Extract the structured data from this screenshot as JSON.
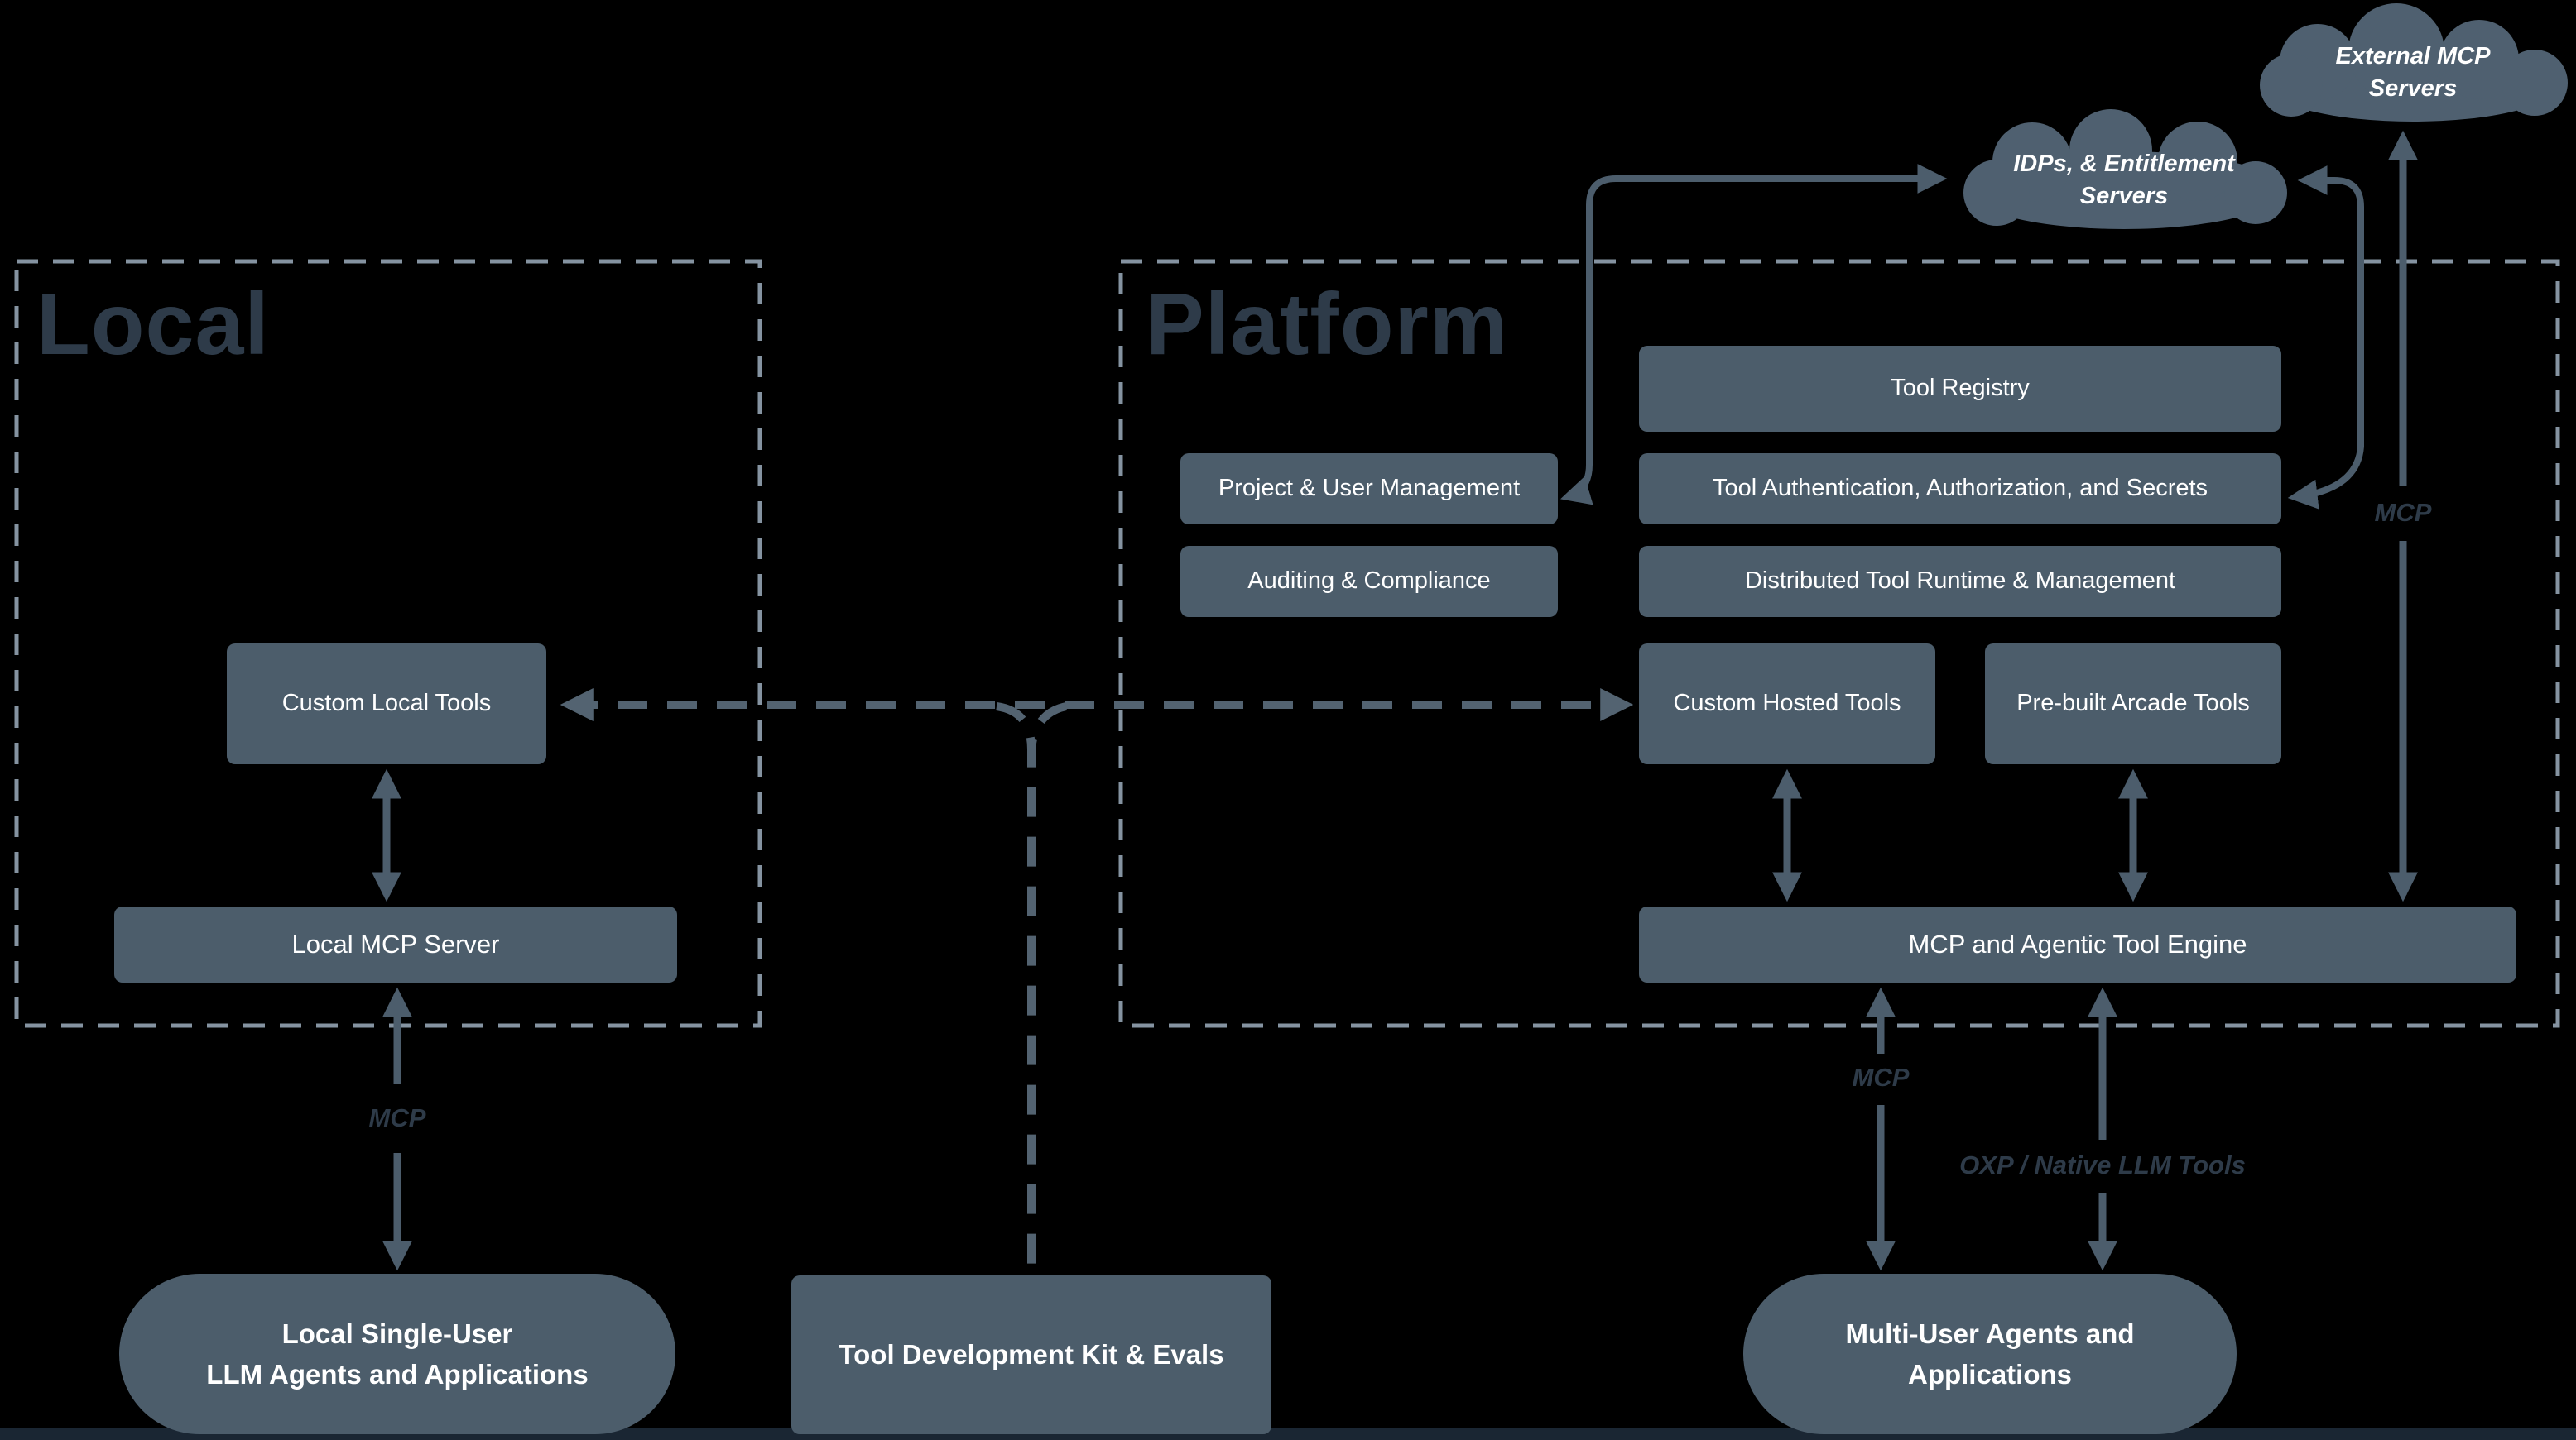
{
  "palette": {
    "background": "#000000",
    "node_fill": "#4c5d6b",
    "cloud_fill": "#4f6070",
    "arrow": "#4c5d6c",
    "dashed_connector": "#536371",
    "region_border": "#8593a1",
    "heading_text": "#2e3b49",
    "node_text": "#ffffff"
  },
  "regions": {
    "local": {
      "title": "Local"
    },
    "platform": {
      "title": "Platform"
    }
  },
  "clouds": {
    "external": {
      "label": "External MCP Servers"
    },
    "idp": {
      "label": "IDPs, & Entitlement\nServers"
    }
  },
  "boxes": {
    "tool_registry": "Tool Registry",
    "project_user": "Project & User Management",
    "tool_auth": "Tool Authentication, Authorization, and Secrets",
    "auditing": "Auditing & Compliance",
    "runtime": "Distributed Tool Runtime & Management",
    "custom_local": "Custom Local Tools",
    "custom_hosted": "Custom Hosted Tools",
    "prebuilt": "Pre-built Arcade Tools",
    "local_mcp": "Local MCP Server",
    "engine": "MCP and Agentic Tool Engine",
    "tdk": "Tool Development Kit & Evals",
    "local_agents": "Local Single-User\nLLM Agents and Applications",
    "multi_agents": "Multi-User Agents and\nApplications"
  },
  "edge_labels": {
    "mcp_local": "MCP",
    "mcp_multi": "MCP",
    "mcp_external": "MCP",
    "oxp": "OXP / Native LLM Tools"
  }
}
